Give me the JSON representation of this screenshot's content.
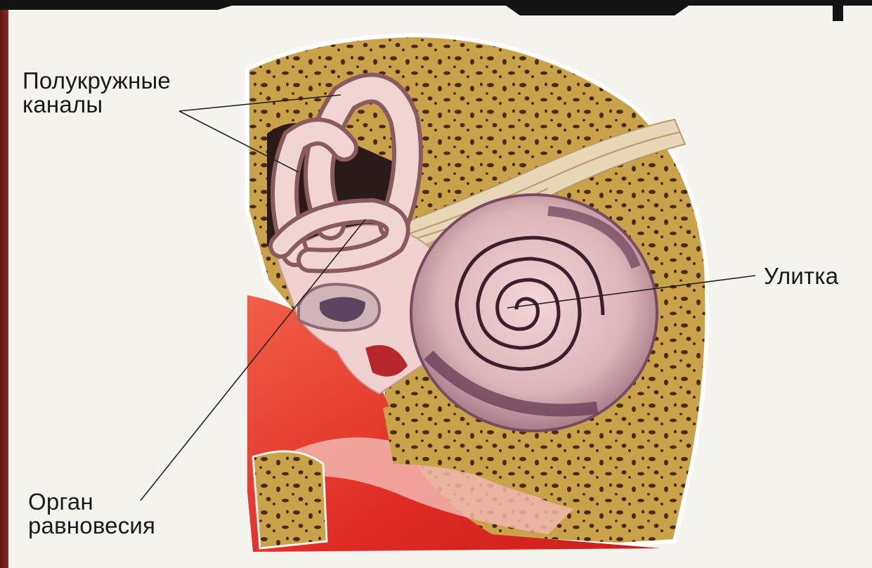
{
  "diagram": {
    "labels": {
      "semicircular_canals": [
        "Полукружные",
        "каналы"
      ],
      "cochlea": "Улитка",
      "balance_organ": [
        "Орган",
        "равновесия"
      ]
    },
    "colors": {
      "background": "#f5f3ee",
      "bone": "#c9a24a",
      "bone_spots": "#4a2a14",
      "soft_tissue": "#e8c8c2",
      "canal": "#efd6d3",
      "cochlea_shell": "#d9b3b3",
      "cochlea_dark": "#7a4a60",
      "flesh_red": "#e23a2e",
      "left_frame": "#7a1f1a",
      "top_frame": "#111111"
    }
  }
}
